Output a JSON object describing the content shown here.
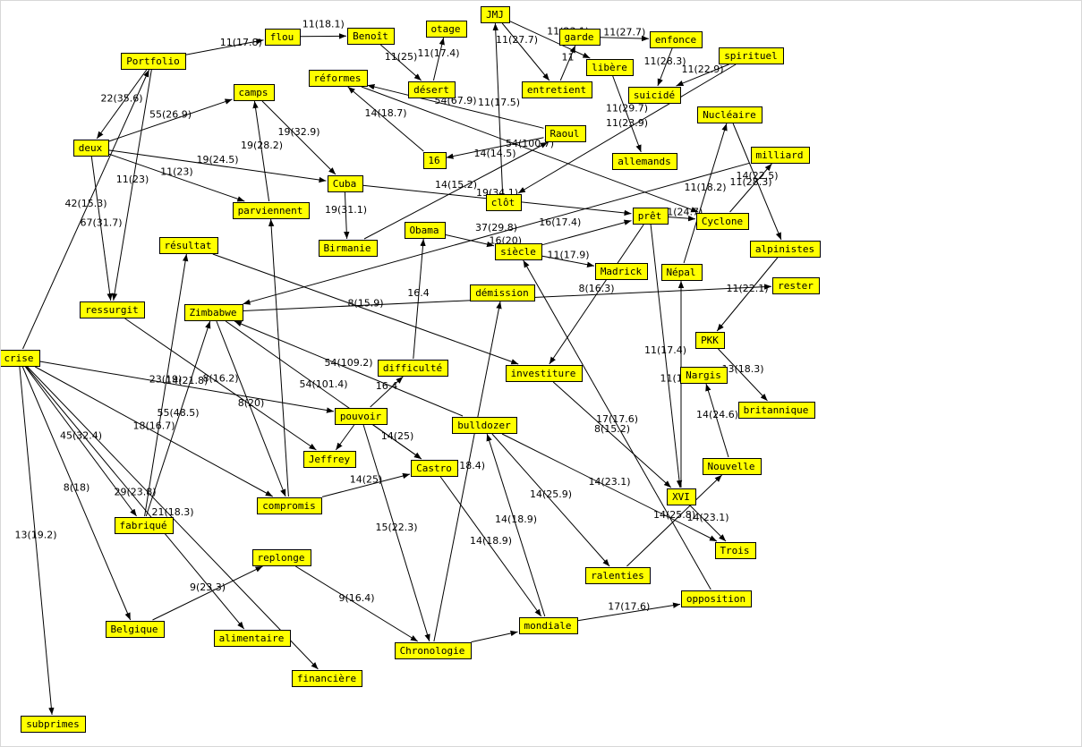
{
  "colors": {
    "node_fill": "#ffff00",
    "node_border": "#000000",
    "edge": "#000000",
    "background": "#ffffff"
  },
  "nodes": [
    {
      "id": "portfolio",
      "label": "Portfolio"
    },
    {
      "id": "flou",
      "label": "flou"
    },
    {
      "id": "benoit",
      "label": "Benoît"
    },
    {
      "id": "otage",
      "label": "otage"
    },
    {
      "id": "jmj",
      "label": "JMJ"
    },
    {
      "id": "garde",
      "label": "garde"
    },
    {
      "id": "enfonce",
      "label": "enfonce"
    },
    {
      "id": "spirituel",
      "label": "spirituel"
    },
    {
      "id": "reformes",
      "label": "réformes"
    },
    {
      "id": "desert",
      "label": "désert"
    },
    {
      "id": "entretient",
      "label": "entretient"
    },
    {
      "id": "libere",
      "label": "libère"
    },
    {
      "id": "suicide",
      "label": "suicidé"
    },
    {
      "id": "camps",
      "label": "camps"
    },
    {
      "id": "nucleaire",
      "label": "Nucléaire"
    },
    {
      "id": "raoul",
      "label": "Raoul"
    },
    {
      "id": "deux",
      "label": "deux"
    },
    {
      "id": "n16",
      "label": "16"
    },
    {
      "id": "allemands",
      "label": "allemands"
    },
    {
      "id": "milliard",
      "label": "milliard"
    },
    {
      "id": "cuba",
      "label": "Cuba"
    },
    {
      "id": "clot",
      "label": "clôt"
    },
    {
      "id": "parviennent",
      "label": "parviennent"
    },
    {
      "id": "pret",
      "label": "prêt"
    },
    {
      "id": "cyclone",
      "label": "Cyclone"
    },
    {
      "id": "obama",
      "label": "Obama"
    },
    {
      "id": "birmanie",
      "label": "Birmanie"
    },
    {
      "id": "siecle",
      "label": "siècle"
    },
    {
      "id": "resultat",
      "label": "résultat"
    },
    {
      "id": "alpinistes",
      "label": "alpinistes"
    },
    {
      "id": "madrick",
      "label": "Madrick"
    },
    {
      "id": "nepal",
      "label": "Népal"
    },
    {
      "id": "rester",
      "label": "rester"
    },
    {
      "id": "demission",
      "label": "démission"
    },
    {
      "id": "ressurgit",
      "label": "ressurgit"
    },
    {
      "id": "zimbabwe",
      "label": "Zimbabwe"
    },
    {
      "id": "pkk",
      "label": "PKK"
    },
    {
      "id": "crise",
      "label": "crise"
    },
    {
      "id": "difficulte",
      "label": "difficulté"
    },
    {
      "id": "investiture",
      "label": "investiture"
    },
    {
      "id": "nargis",
      "label": "Nargis"
    },
    {
      "id": "britannique",
      "label": "britannique"
    },
    {
      "id": "pouvoir",
      "label": "pouvoir"
    },
    {
      "id": "bulldozer",
      "label": "bulldozer"
    },
    {
      "id": "jeffrey",
      "label": "Jeffrey"
    },
    {
      "id": "castro",
      "label": "Castro"
    },
    {
      "id": "nouvelle",
      "label": "Nouvelle"
    },
    {
      "id": "xvi",
      "label": "XVI"
    },
    {
      "id": "compromis",
      "label": "compromis"
    },
    {
      "id": "fabrique",
      "label": "fabriqué"
    },
    {
      "id": "trois",
      "label": "Trois"
    },
    {
      "id": "replonge",
      "label": "replonge"
    },
    {
      "id": "ralenties",
      "label": "ralenties"
    },
    {
      "id": "opposition",
      "label": "opposition"
    },
    {
      "id": "mondiale",
      "label": "mondiale"
    },
    {
      "id": "belgique",
      "label": "Belgique"
    },
    {
      "id": "alimentaire",
      "label": "alimentaire"
    },
    {
      "id": "chronologie",
      "label": "Chronologie"
    },
    {
      "id": "financiere",
      "label": "financière"
    },
    {
      "id": "subprimes",
      "label": "subprimes"
    }
  ],
  "edges": [
    {
      "from": "portfolio",
      "to": "flou",
      "label": "11(17.8)"
    },
    {
      "from": "flou",
      "to": "benoit",
      "label": "11(18.1)"
    },
    {
      "from": "benoit",
      "to": "desert",
      "label": "11(25)"
    },
    {
      "from": "desert",
      "to": "otage",
      "label": "11(17.4)"
    },
    {
      "from": "jmj",
      "to": "entretient",
      "label": "11(27.7)"
    },
    {
      "from": "jmj",
      "to": "libere",
      "label": "11(23.1)"
    },
    {
      "from": "entretient",
      "to": "garde",
      "label": "11"
    },
    {
      "from": "garde",
      "to": "enfonce",
      "label": "11(27.7)"
    },
    {
      "from": "enfonce",
      "to": "suicide",
      "label": "11(28.3)"
    },
    {
      "from": "spirituel",
      "to": "suicide",
      "label": "11(22.9)"
    },
    {
      "from": "spirituel",
      "to": "clot",
      "label": "11(23.9)"
    },
    {
      "from": "raoul",
      "to": "reformes",
      "label": "54(67.9)"
    },
    {
      "from": "raoul",
      "to": "n16",
      "label": "14(14.5)"
    },
    {
      "from": "n16",
      "to": "reformes",
      "label": "14(18.7)"
    },
    {
      "from": "clot",
      "to": "jmj",
      "label": "11(17.5)"
    },
    {
      "from": "libere",
      "to": "allemands",
      "label": "11(29.7)"
    },
    {
      "from": "deux",
      "to": "camps",
      "label": "55(26.9)"
    },
    {
      "from": "camps",
      "to": "cuba",
      "label": "19(32.9)"
    },
    {
      "from": "parviennent",
      "to": "camps",
      "label": "19(28.2)"
    },
    {
      "from": "deux",
      "to": "cuba",
      "label": "19(24.5)"
    },
    {
      "from": "deux",
      "to": "parviennent",
      "label": "11(23)"
    },
    {
      "from": "cuba",
      "to": "birmanie",
      "label": "19(31.1)"
    },
    {
      "from": "birmanie",
      "to": "raoul",
      "label": "14(15.2)"
    },
    {
      "from": "cuba",
      "to": "pret",
      "label": "19(34.1)"
    },
    {
      "from": "reformes",
      "to": "cyclone",
      "label": "54(100.7)"
    },
    {
      "from": "pret",
      "to": "cyclone",
      "label": "11(24.7)"
    },
    {
      "from": "cyclone",
      "to": "milliard",
      "label": "11(28.3)"
    },
    {
      "from": "nucleaire",
      "to": "alpinistes",
      "label": "14(22.5)"
    },
    {
      "from": "siecle",
      "to": "pret",
      "label": "16(17.4)"
    },
    {
      "from": "obama",
      "to": "siecle",
      "label": "16(20)"
    },
    {
      "from": "siecle",
      "to": "madrick",
      "label": "11(17.9)"
    },
    {
      "from": "pret",
      "to": "investiture",
      "label": "8(16.3)"
    },
    {
      "from": "pret",
      "to": "xvi",
      "label": "11(17.4)"
    },
    {
      "from": "nepal",
      "to": "nucleaire",
      "label": "11(18.2)"
    },
    {
      "from": "alpinistes",
      "to": "pkk",
      "label": "11(22.1)"
    },
    {
      "from": "pkk",
      "to": "britannique",
      "label": "13(18.3)"
    },
    {
      "from": "nouvelle",
      "to": "nargis",
      "label": "14(24.6)"
    },
    {
      "from": "xvi",
      "to": "nepal",
      "label": "11(19.3)"
    },
    {
      "from": "xvi",
      "to": "trois",
      "label": "14(23.1)"
    },
    {
      "from": "ralenties",
      "to": "nouvelle",
      "label": "14(25.8)"
    },
    {
      "from": "milliard",
      "to": "zimbabwe",
      "label": "37(29.8)"
    },
    {
      "from": "zimbabwe",
      "to": "rester",
      "label": "8(18)"
    },
    {
      "from": "resultat",
      "to": "investiture",
      "label": "8(15.9)"
    },
    {
      "from": "investiture",
      "to": "xvi",
      "label": "8(15.2)"
    },
    {
      "from": "zimbabwe",
      "to": "compromis",
      "label": "8(20)"
    },
    {
      "from": "bulldozer",
      "to": "zimbabwe",
      "label": "54(109.2)"
    },
    {
      "from": "zimbabwe",
      "to": "castro",
      "label": "54(101.4)"
    },
    {
      "from": "crise",
      "to": "pouvoir",
      "label": "14(21.8)"
    },
    {
      "from": "pouvoir",
      "to": "difficulte",
      "label": "16.4"
    },
    {
      "from": "difficulte",
      "to": "obama",
      "label": "16.4"
    },
    {
      "from": "pouvoir",
      "to": "castro",
      "label": "14(25)"
    },
    {
      "from": "pouvoir",
      "to": "chronologie",
      "label": "15(22.3)"
    },
    {
      "from": "chronologie",
      "to": "demission",
      "label": "9(18.4)"
    },
    {
      "from": "mondiale",
      "to": "bulldozer",
      "label": "14(18.9)"
    },
    {
      "from": "bulldozer",
      "to": "ralenties",
      "label": "14(25.9)"
    },
    {
      "from": "bulldozer",
      "to": "trois",
      "label": "14(23.1)"
    },
    {
      "from": "opposition",
      "to": "siecle",
      "label": "17(17.6)"
    },
    {
      "from": "mondiale",
      "to": "opposition",
      "label": "17(17.6)"
    },
    {
      "from": "chronologie",
      "to": "mondiale",
      "label": ""
    },
    {
      "from": "castro",
      "to": "mondiale",
      "label": "14(18.9)"
    },
    {
      "from": "compromis",
      "to": "castro",
      "label": "14(25)"
    },
    {
      "from": "pouvoir",
      "to": "jeffrey",
      "label": ""
    },
    {
      "from": "ressurgit",
      "to": "jeffrey",
      "label": "8(16.2)"
    },
    {
      "from": "deux",
      "to": "ressurgit",
      "label": "67(31.7)"
    },
    {
      "from": "portfolio",
      "to": "ressurgit",
      "label": "11(23)"
    },
    {
      "from": "portfolio",
      "to": "deux",
      "label": "22(35.6)"
    },
    {
      "from": "crise",
      "to": "portfolio",
      "label": "42(15.3)"
    },
    {
      "from": "crise",
      "to": "compromis",
      "label": "18(16.7)"
    },
    {
      "from": "crise",
      "to": "fabrique",
      "label": "45(32.4)"
    },
    {
      "from": "crise",
      "to": "belgique",
      "label": "8(18)"
    },
    {
      "from": "crise",
      "to": "alimentaire",
      "label": "29(23.8)"
    },
    {
      "from": "crise",
      "to": "financiere",
      "label": "21(18.3)"
    },
    {
      "from": "crise",
      "to": "subprimes",
      "label": "13(19.2)"
    },
    {
      "from": "fabrique",
      "to": "resultat",
      "label": "23(19)"
    },
    {
      "from": "fabrique",
      "to": "zimbabwe",
      "label": "55(48.5)"
    },
    {
      "from": "belgique",
      "to": "replonge",
      "label": "9(23.3)"
    },
    {
      "from": "replonge",
      "to": "chronologie",
      "label": "9(16.4)"
    },
    {
      "from": "compromis",
      "to": "parviennent",
      "label": ""
    }
  ]
}
